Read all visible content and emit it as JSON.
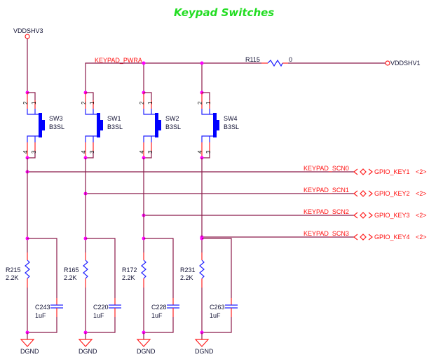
{
  "title": "Keypad Switches",
  "power": {
    "vddshv3": "VDDSHV3",
    "vddshv1": "VDDSHV1",
    "pwr_net": "KEYPAD_PWRA"
  },
  "series_resistor": {
    "ref": "R115",
    "value": "0"
  },
  "switches": [
    {
      "ref": "SW3",
      "part": "B3SL",
      "pins": [
        "2",
        "1",
        "4",
        "3"
      ]
    },
    {
      "ref": "SW1",
      "part": "B3SL",
      "pins": [
        "2",
        "1",
        "4",
        "3"
      ]
    },
    {
      "ref": "SW2",
      "part": "B3SL",
      "pins": [
        "2",
        "1",
        "4",
        "3"
      ]
    },
    {
      "ref": "SW4",
      "part": "B3SL",
      "pins": [
        "2",
        "1",
        "4",
        "3"
      ]
    }
  ],
  "nets": [
    {
      "name": "KEYPAD_SCN0",
      "port": "GPIO_KEY1",
      "page": "<2>"
    },
    {
      "name": "KEYPAD_SCN1",
      "port": "GPIO_KEY2",
      "page": "<2>"
    },
    {
      "name": "KEYPAD_SCN2",
      "port": "GPIO_KEY3",
      "page": "<2>"
    },
    {
      "name": "KEYPAD_SCN3",
      "port": "GPIO_KEY4",
      "page": "<2>"
    }
  ],
  "pulldowns": [
    {
      "res_ref": "R215",
      "res_val": "2.2K",
      "cap_ref": "C243",
      "cap_val": "1uF",
      "gnd": "DGND"
    },
    {
      "res_ref": "R165",
      "res_val": "2.2K",
      "cap_ref": "C220",
      "cap_val": "1uF",
      "gnd": "DGND"
    },
    {
      "res_ref": "R172",
      "res_val": "2.2K",
      "cap_ref": "C228",
      "cap_val": "1uF",
      "gnd": "DGND"
    },
    {
      "res_ref": "R231",
      "res_val": "2.2K",
      "cap_ref": "C263",
      "cap_val": "1uF",
      "gnd": "DGND"
    }
  ]
}
